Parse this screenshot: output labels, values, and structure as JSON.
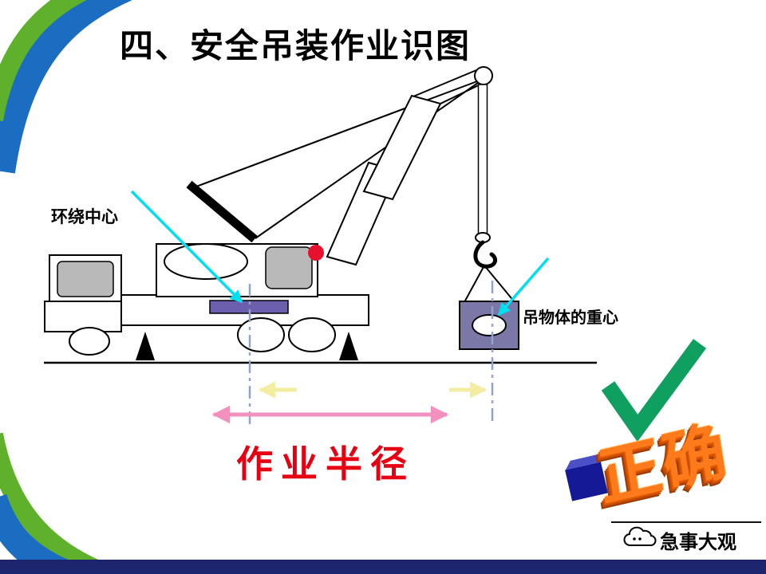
{
  "slide": {
    "title": "四、安全吊装作业识图"
  },
  "diagram": {
    "labels": {
      "rotation_center": "环绕中心",
      "load_center_of_gravity": "吊物体的重心",
      "working_radius": "作业半径"
    }
  },
  "verdict": {
    "label": "正确"
  },
  "watermark": {
    "text": "急事大观"
  },
  "colors": {
    "band_blue": "#1a6dc0",
    "band_green": "#5fb12c",
    "turntable": "#6c5fae",
    "load_box": "#7b77a6",
    "pointer_cyan": "#00dff0",
    "centerline": "#93a2c9",
    "yellow_arrow": "#f2eda0",
    "radius_arrow": "#f291c0",
    "radius_text": "#e60012",
    "red_dot": "#e8112d",
    "gray_fill": "#b9b9b9",
    "checkmark_green": "#0f9f5f",
    "correct_orange": "#ff7a1a",
    "cube_blue": "#141a96",
    "bottom_bar": "#1d246e"
  }
}
